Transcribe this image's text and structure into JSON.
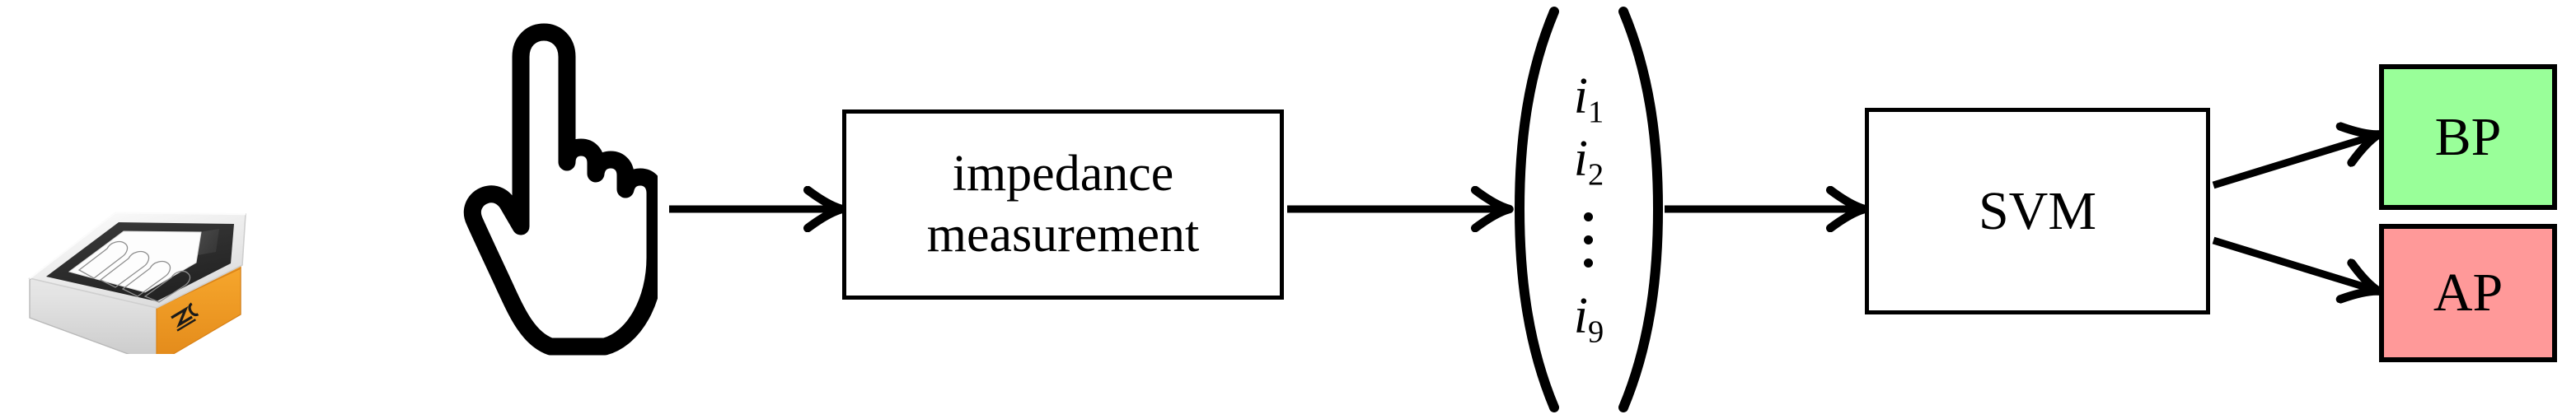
{
  "diagram": {
    "title": "Impedance-based hand posture classification pipeline",
    "background": "#ffffff",
    "stroke_color": "#000000"
  },
  "device": {
    "name": "impedance sensor pad",
    "body_color": "#f1f1f1",
    "accent_color": "#f29b22",
    "screen_color": "#303030",
    "screen_inner_color": "#4a4a4a",
    "palm_icon": "hand-glyph",
    "brand_mark": "zc-logo"
  },
  "hand": {
    "name": "pointing-hand-cursor",
    "fill": "#ffffff",
    "stroke": "#000000"
  },
  "blocks": {
    "impedance": {
      "line1": "impedance",
      "line2": "measurement",
      "fill": "#ffffff",
      "border": "#000000"
    },
    "svm": {
      "label": "SVM",
      "fill": "#ffffff",
      "border": "#000000"
    }
  },
  "feature_vector": {
    "name": "current-feature-vector",
    "open_bracket": "(",
    "close_bracket": ")",
    "entries": [
      {
        "symbol": "i",
        "index": "1"
      },
      {
        "symbol": "i",
        "index": "2"
      }
    ],
    "ellipsis": "vertical-dots",
    "last_entry": {
      "symbol": "i",
      "index": "9"
    },
    "dimension": 9
  },
  "classes": [
    {
      "label": "BP",
      "fill": "#99ff99",
      "border": "#000000"
    },
    {
      "label": "AP",
      "fill": "#ff9999",
      "border": "#000000"
    }
  ],
  "arrows": [
    {
      "name": "hand-to-impedance",
      "from": "hand",
      "to": "impedance"
    },
    {
      "name": "impedance-to-vector",
      "from": "impedance",
      "to": "feature-vector"
    },
    {
      "name": "vector-to-svm",
      "from": "feature-vector",
      "to": "svm"
    },
    {
      "name": "svm-to-bp",
      "from": "svm",
      "to": "BP"
    },
    {
      "name": "svm-to-ap",
      "from": "svm",
      "to": "AP"
    }
  ]
}
